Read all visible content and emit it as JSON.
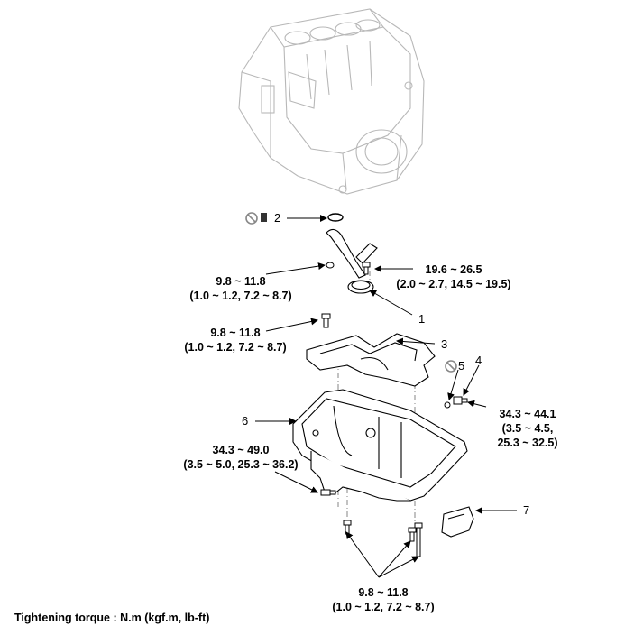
{
  "callouts": [
    {
      "id": "1",
      "label": "1"
    },
    {
      "id": "2",
      "label": "2"
    },
    {
      "id": "3",
      "label": "3"
    },
    {
      "id": "4",
      "label": "4"
    },
    {
      "id": "5",
      "label": "5"
    },
    {
      "id": "6",
      "label": "6"
    },
    {
      "id": "7",
      "label": "7"
    }
  ],
  "torques": {
    "strainer_bracket": {
      "nm": "9.8 ~ 11.8",
      "alt": "(1.0 ~ 1.2, 7.2 ~ 8.7)"
    },
    "strainer_bolt": {
      "nm": "19.6 ~ 26.5",
      "alt": "(2.0 ~ 2.7, 14.5 ~ 19.5)"
    },
    "baffle_bolt": {
      "nm": "9.8 ~ 11.8",
      "alt": "(1.0 ~ 1.2, 7.2 ~ 8.7)"
    },
    "drain_plug": {
      "nm": "34.3 ~ 44.1",
      "alt1": "(3.5 ~ 4.5,",
      "alt2": "25.3 ~ 32.5)"
    },
    "pan_to_trans": {
      "nm": "34.3 ~ 49.0",
      "alt": "(3.5 ~ 5.0, 25.3 ~ 36.2)"
    },
    "pan_bolts": {
      "nm": "9.8 ~ 11.8",
      "alt": "(1.0 ~ 1.2, 7.2 ~ 8.7)"
    }
  },
  "footer": "Tightening torque : N.m (kgf.m, lb-ft)",
  "icons": {
    "do_not_reuse": "no-reuse-icon"
  }
}
